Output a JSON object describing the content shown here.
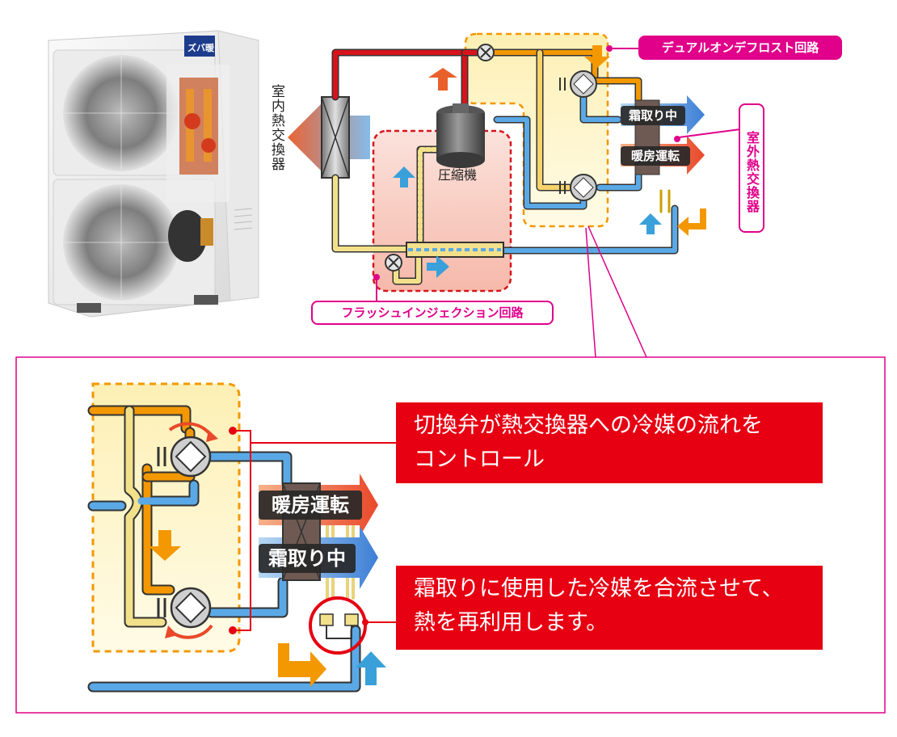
{
  "labels": {
    "indoor_heat_exchanger": "室内熱交換器",
    "outdoor_heat_exchanger": "室外熱交換器",
    "compressor": "圧縮機",
    "dual_on_defrost_circuit": "デュアルオンデフロスト回路",
    "flash_injection_circuit": "フラッシュインジェクション回路",
    "defrosting": "霜取り中",
    "heating_operation": "暖房運転",
    "unit_logo_text": "ズバ暖"
  },
  "callouts": {
    "switching_valve": [
      "切換弁が熱交換器への冷媒の流れを",
      "コントロール"
    ],
    "merge_refrigerant": [
      "霜取りに使用した冷媒を合流させて、",
      "熱を再利用します。"
    ]
  },
  "colors": {
    "magenta": "#e0008a",
    "red_pipe": "#d7141c",
    "orange_pipe": "#f39800",
    "blue_pipe": "#5aa9e6",
    "callout_red": "#e60012",
    "circuit_pink": "#f9d2c8",
    "circuit_yellow": "#fdf3c4"
  }
}
